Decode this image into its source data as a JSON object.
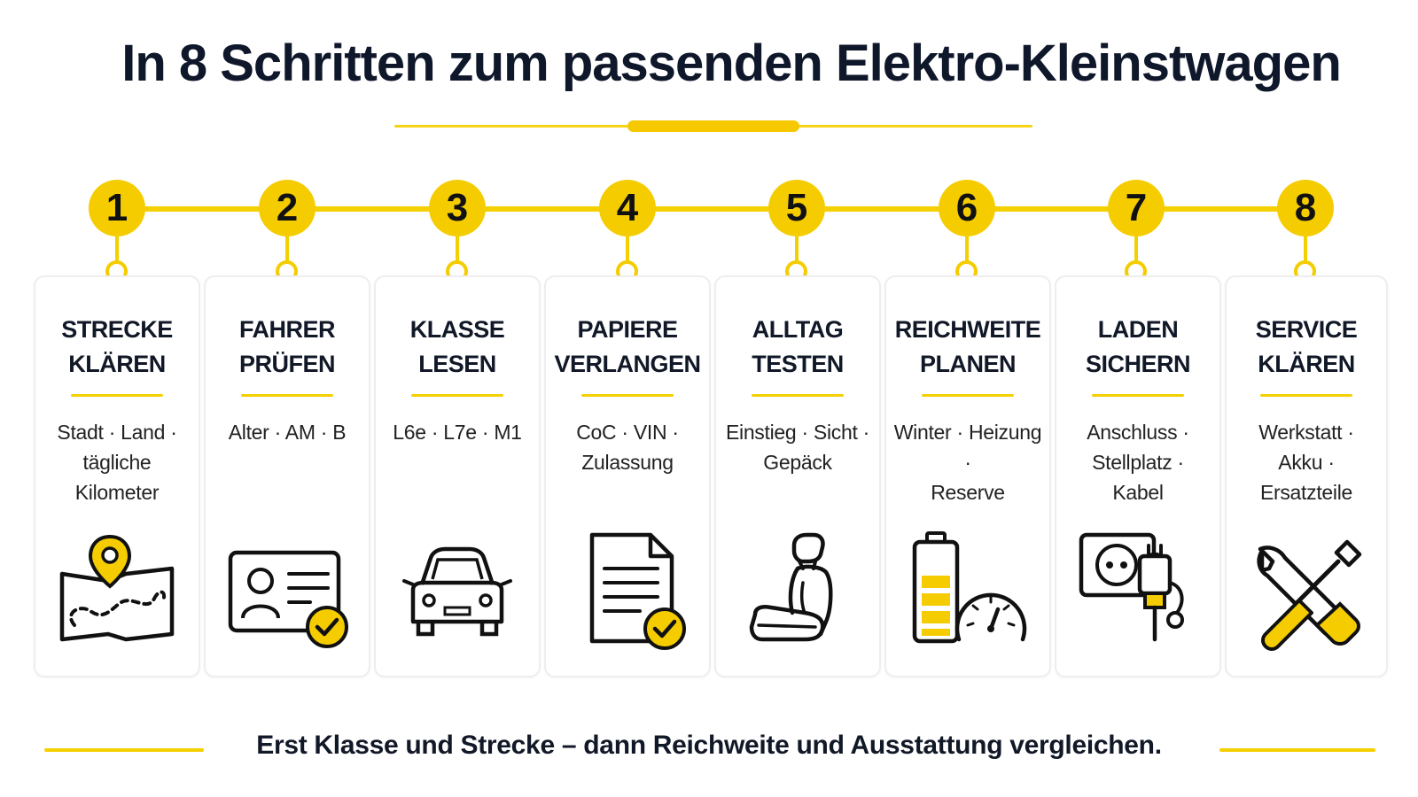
{
  "title": "In 8 Schritten zum passenden Elektro-Kleinstwagen",
  "steps": [
    {
      "number": "1",
      "title": [
        "STRECKE",
        "KLÄREN"
      ],
      "text": [
        "Stadt · Land ·",
        "tägliche",
        "Kilometer"
      ],
      "icon": "map-pin-icon"
    },
    {
      "number": "2",
      "title": [
        "FAHRER",
        "PRÜFEN"
      ],
      "text": [
        "Alter · AM · B"
      ],
      "icon": "id-card-icon"
    },
    {
      "number": "3",
      "title": [
        "KLASSE",
        "LESEN"
      ],
      "text": [
        "L6e · L7e · M1"
      ],
      "icon": "car-icon"
    },
    {
      "number": "4",
      "title": [
        "PAPIERE",
        "VERLANGEN"
      ],
      "text": [
        "CoC · VIN ·",
        "Zulassung"
      ],
      "icon": "document-check-icon"
    },
    {
      "number": "5",
      "title": [
        "ALLTAG",
        "TESTEN"
      ],
      "text": [
        "Einstieg · Sicht ·",
        "Gepäck"
      ],
      "icon": "car-seat-icon"
    },
    {
      "number": "6",
      "title": [
        "REICHWEITE",
        "PLANEN"
      ],
      "text": [
        "Winter · Heizung ·",
        "Reserve"
      ],
      "icon": "battery-gauge-icon"
    },
    {
      "number": "7",
      "title": [
        "LADEN",
        "SICHERN"
      ],
      "text": [
        "Anschluss ·",
        "Stellplatz ·",
        "Kabel"
      ],
      "icon": "socket-plug-icon"
    },
    {
      "number": "8",
      "title": [
        "SERVICE",
        "KLÄREN"
      ],
      "text": [
        "Werkstatt ·",
        "Akku ·",
        "Ersatzteile"
      ],
      "icon": "wrench-screwdriver-icon"
    }
  ],
  "footer": "Erst Klasse und Strecke – dann Reichweite und Ausstattung vergleichen.",
  "colors": {
    "accent": "#f5cc00",
    "text": "#111827",
    "card_border": "#eeeeee"
  }
}
